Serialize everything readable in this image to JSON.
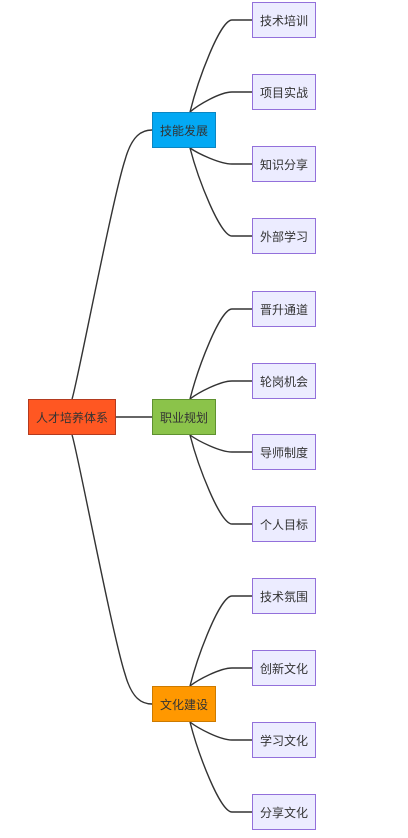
{
  "root": {
    "label": "人才培养体系",
    "color": "#ff5722"
  },
  "branches": [
    {
      "label": "技能发展",
      "color": "#03a9f4",
      "leaves": [
        "技术培训",
        "项目实战",
        "知识分享",
        "外部学习"
      ]
    },
    {
      "label": "职业规划",
      "color": "#8bc34a",
      "leaves": [
        "晋升通道",
        "轮岗机会",
        "导师制度",
        "个人目标"
      ]
    },
    {
      "label": "文化建设",
      "color": "#ff9800",
      "leaves": [
        "技术氛围",
        "创新文化",
        "学习文化",
        "分享文化"
      ]
    }
  ],
  "leaf_color": "#ececff",
  "leaf_border": "#9370db",
  "edge_color": "#333333"
}
